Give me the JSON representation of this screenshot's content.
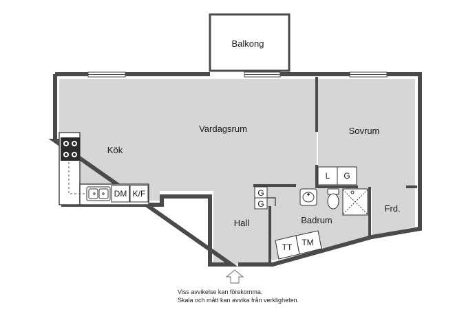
{
  "rooms": {
    "balcony": "Balkong",
    "living": "Vardagsrum",
    "bedroom": "Sovrum",
    "kitchen": "Kök",
    "hall": "Hall",
    "bathroom": "Badrum",
    "storage": "Frd."
  },
  "fixtures": {
    "dishwasher": "DM",
    "fridge_freezer": "K/F",
    "wardrobe_l": "L",
    "wardrobe_g": "G",
    "closet_g1": "G",
    "closet_g2": "G",
    "dryer": "TT",
    "washer": "TM"
  },
  "disclaimer": {
    "line1": "Viss avvikelse kan förekomma.",
    "line2": "Skala och mått kan avvika från verkligheten."
  },
  "colors": {
    "floor": "#d6d6d6",
    "wall": "#4a4a4a"
  }
}
